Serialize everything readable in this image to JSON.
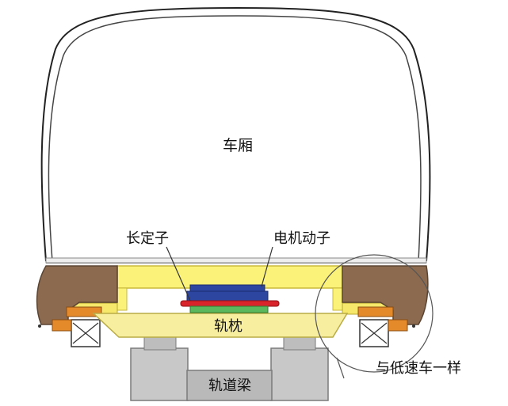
{
  "labels": {
    "car_body": "车厢",
    "long_stator": "长定子",
    "motor_rotor": "电机动子",
    "sleeper": "轨枕",
    "guideway_beam": "轨道梁",
    "same_as_low_speed": "与低速车一样"
  },
  "colors": {
    "car_outline": "#222222",
    "bogie_frame": "#fbf27a",
    "bogie_frame_shade": "#e7dc55",
    "side_skirt": "#8b6a4f",
    "rotor": "#2d46a0",
    "stator_red": "#d8242a",
    "rail_green": "#5cb85c",
    "sleeper_fill": "#f7eea0",
    "beam_fill": "#c8c8c8",
    "levitation_orange": "#e58a2a",
    "callout_stroke": "#555555"
  }
}
